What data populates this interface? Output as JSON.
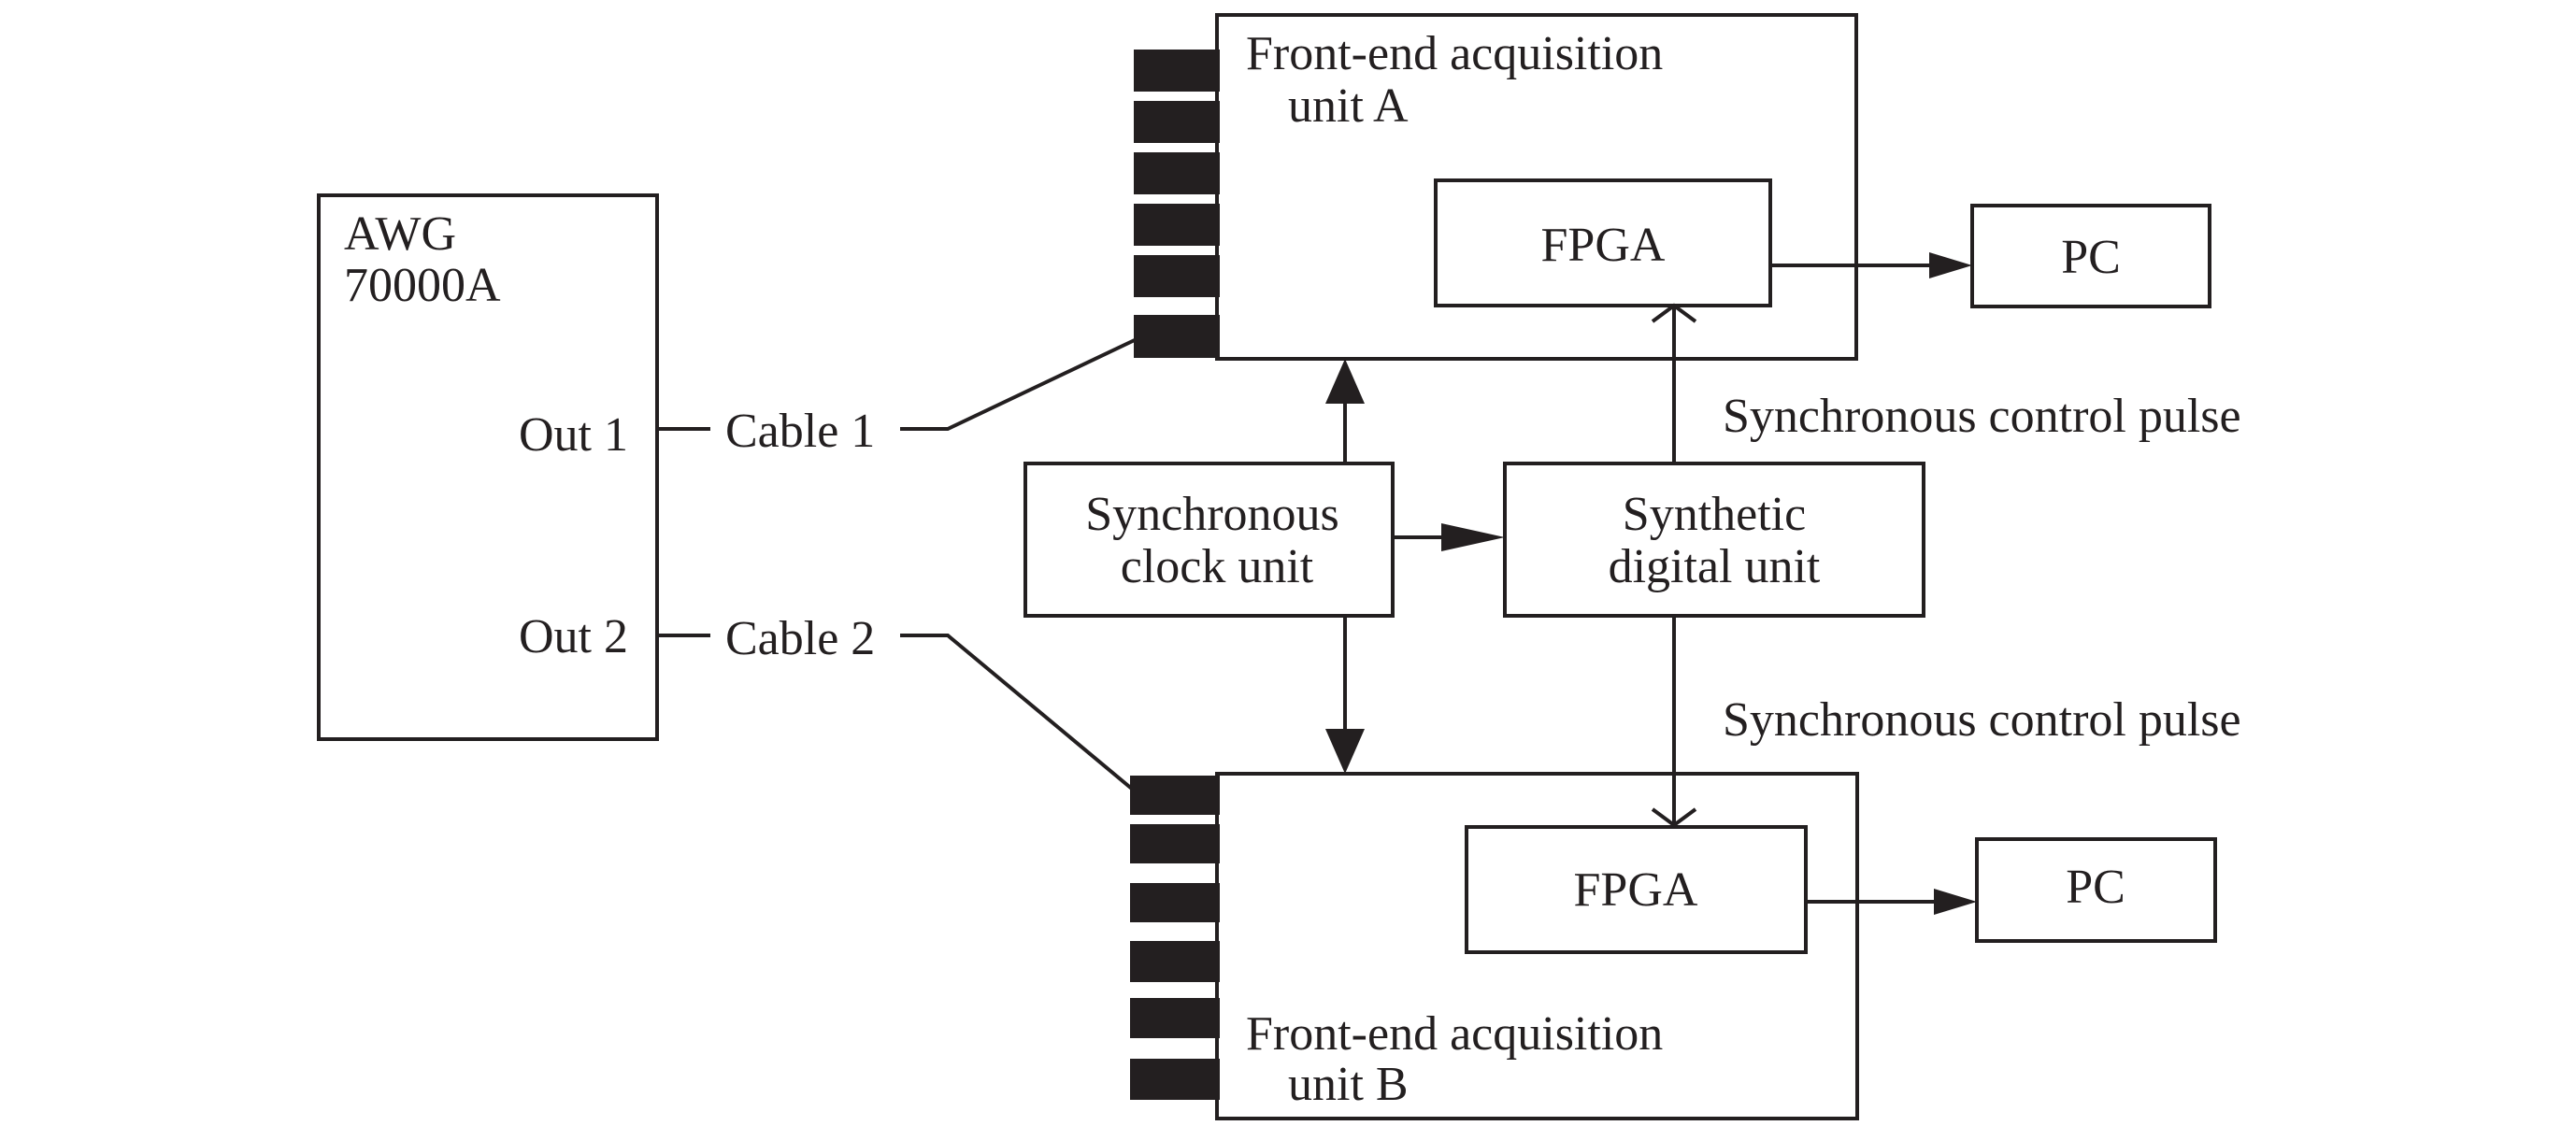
{
  "colors": {
    "ink": "#231f20",
    "background": "#ffffff"
  },
  "awg": {
    "title_line1": "AWG",
    "title_line2": "70000A",
    "out1": "Out 1",
    "out2": "Out 2"
  },
  "cables": {
    "cable1": "Cable 1",
    "cable2": "Cable 2"
  },
  "unit_a": {
    "title_line1": "Front-end acquisition",
    "title_line2": "unit A",
    "fpga": "FPGA",
    "pc": "PC"
  },
  "unit_b": {
    "title_line1": "Front-end acquisition",
    "title_line2": "unit B",
    "fpga": "FPGA",
    "pc": "PC"
  },
  "sync_clock": {
    "line1": "Synchronous",
    "line2": "clock unit"
  },
  "synthetic": {
    "line1": "Synthetic",
    "line2": "digital unit"
  },
  "pulse_labels": {
    "upper": "Synchronous control pulse",
    "lower": "Synchronous control pulse"
  }
}
